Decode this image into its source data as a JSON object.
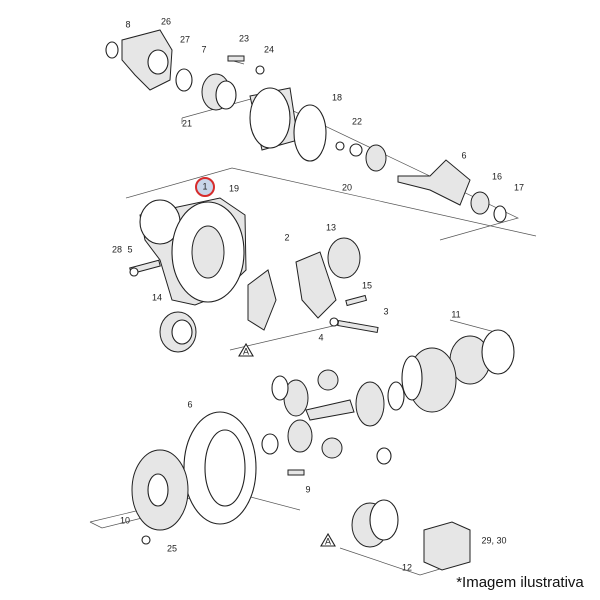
{
  "labels": [
    "8",
    "26",
    "27",
    "7",
    "23",
    "24",
    "21",
    "18",
    "22",
    "6",
    "20",
    "16",
    "17",
    "1",
    "19",
    "28",
    "5",
    "13",
    "2",
    "14",
    "15",
    "3",
    "4",
    "A",
    "11",
    "6",
    "9",
    "10",
    "25",
    "A",
    "12",
    "29, 30"
  ],
  "note": "*Imagem ilustrativa",
  "highlight_color": "#d62c2c",
  "highlight_fill": "#c9d6ea"
}
